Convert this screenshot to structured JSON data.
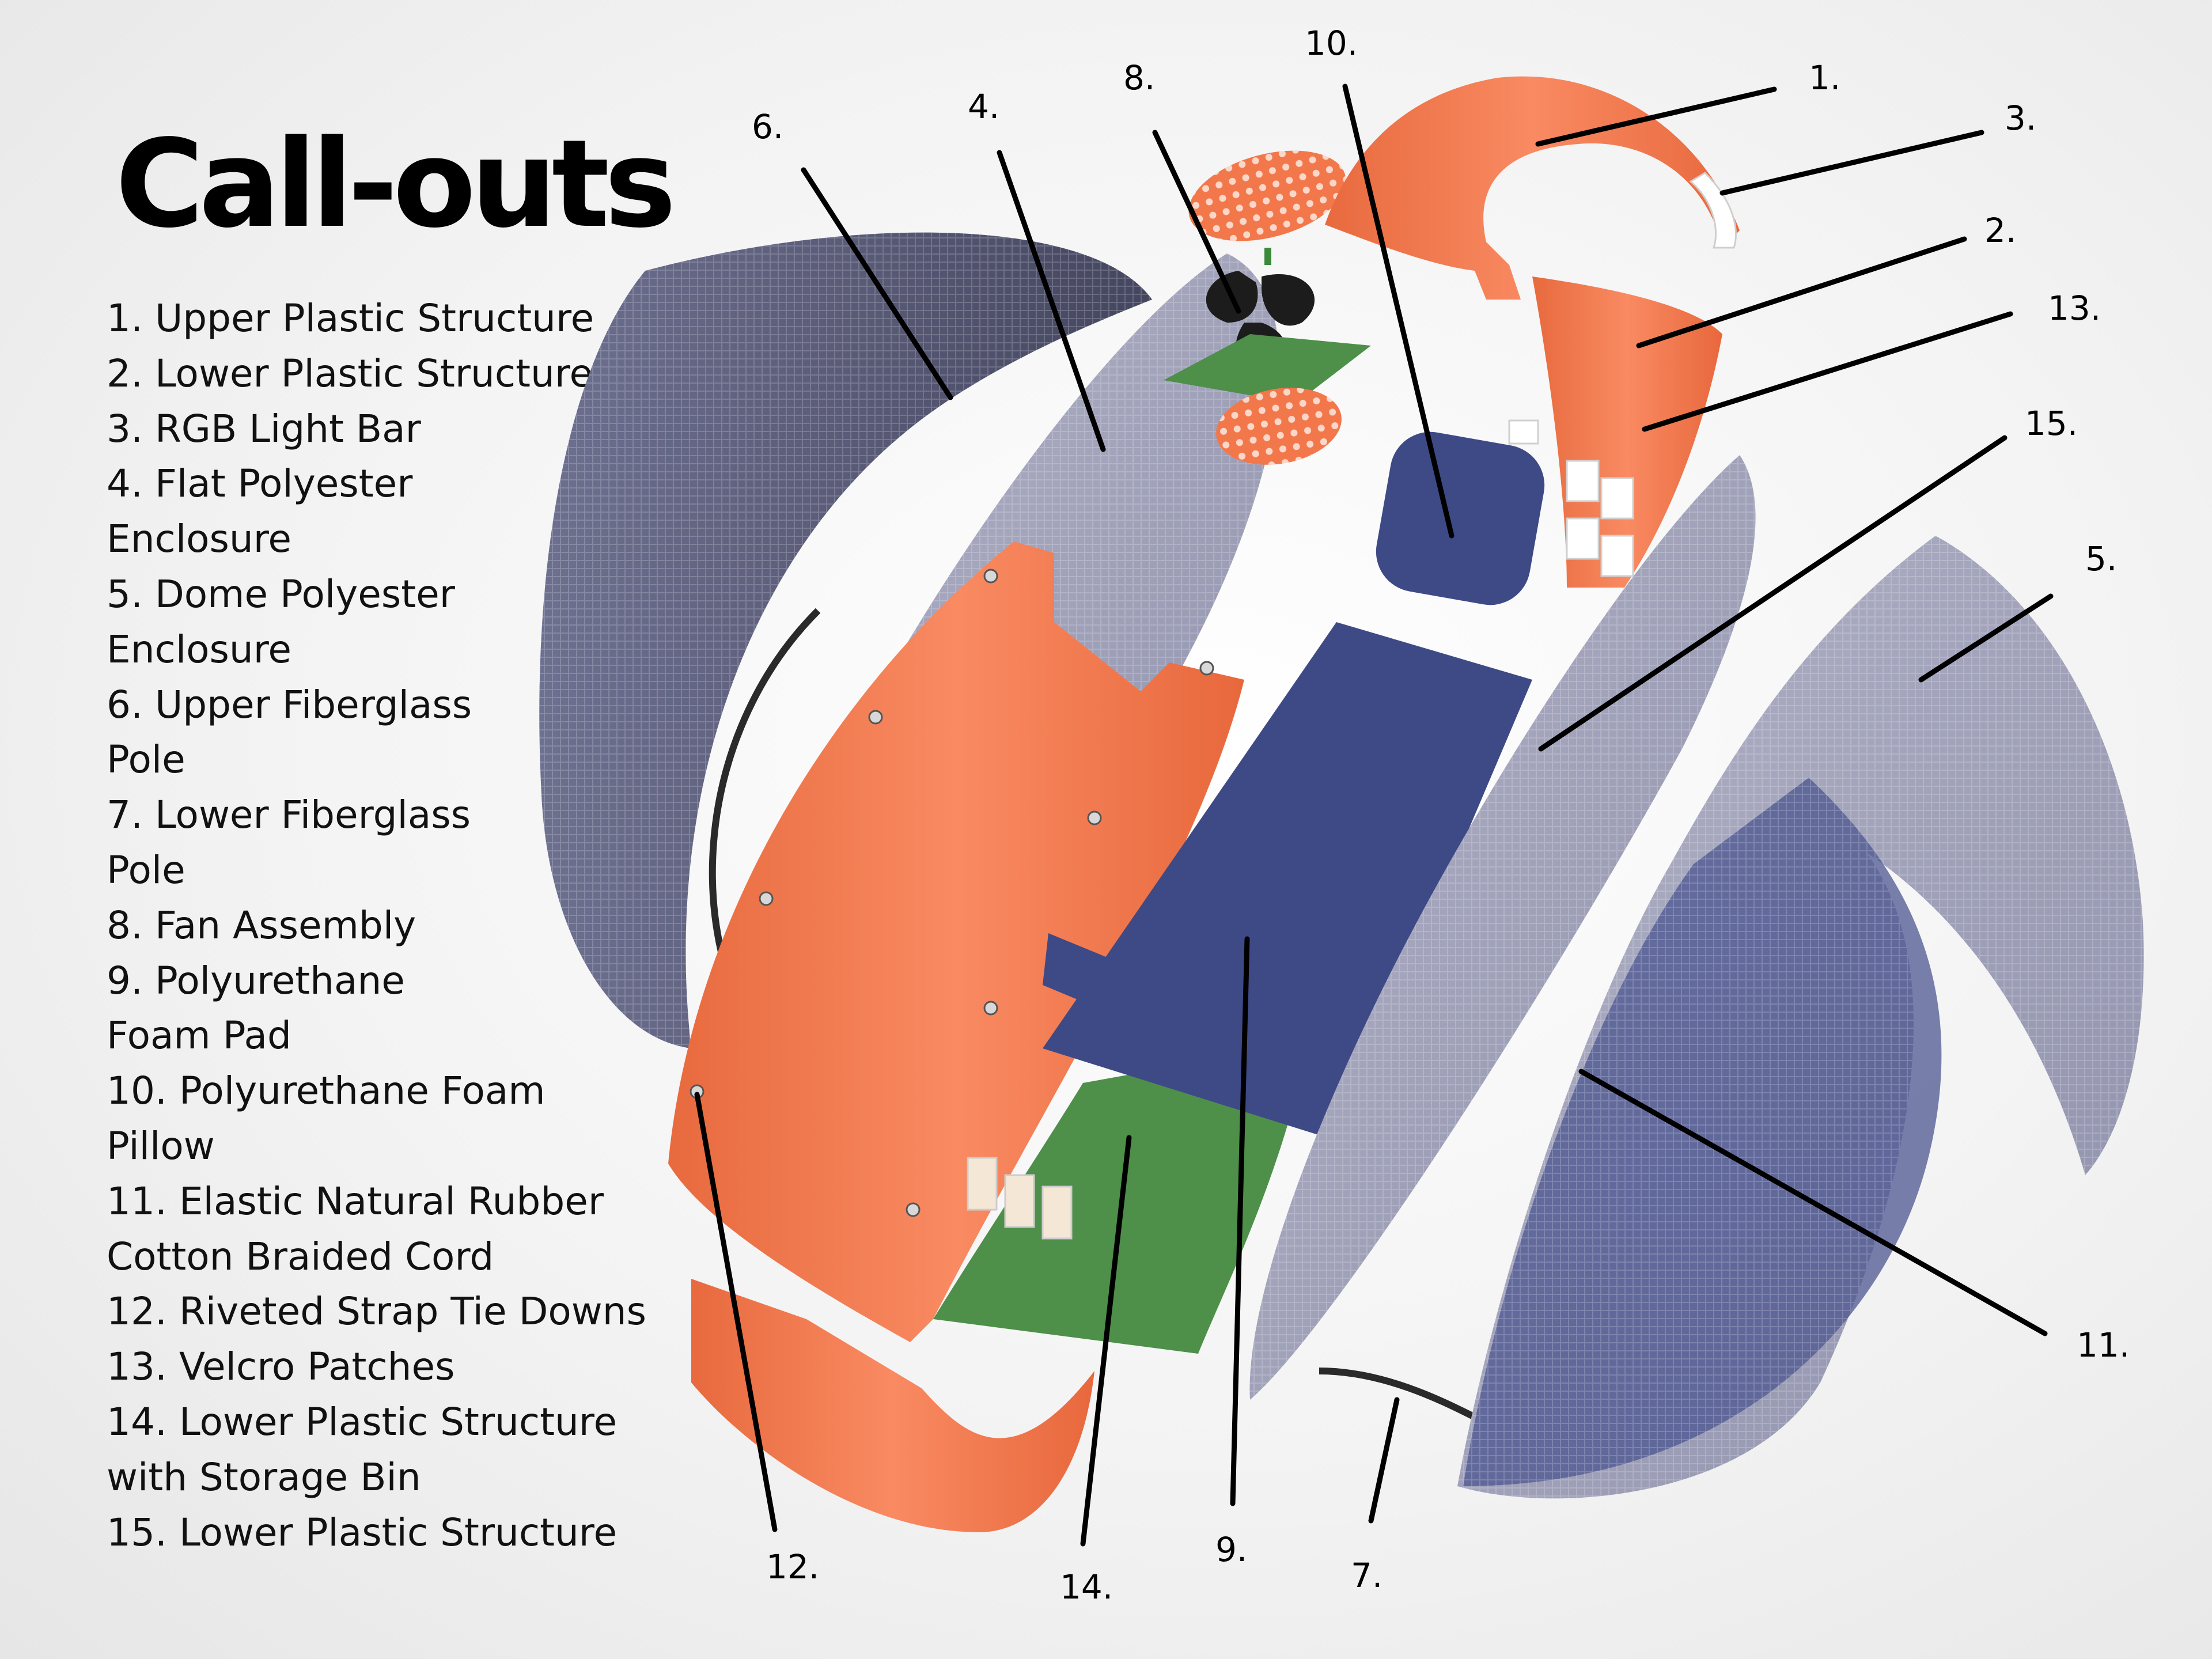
{
  "title": "Call-outs",
  "legend": [
    "1. Upper Plastic Structure",
    "2. Lower Plastic Structure",
    "3. RGB Light Bar",
    "4. Flat Polyester",
    "Enclosure",
    "5. Dome Polyester",
    "Enclosure",
    "6. Upper Fiberglass",
    "Pole",
    "7. Lower Fiberglass",
    "Pole",
    "8. Fan Assembly",
    "9. Polyurethane",
    "Foam Pad",
    "10. Polyurethane Foam",
    "Pillow",
    "11. Elastic Natural Rubber",
    "Cotton Braided Cord",
    "12. Riveted Strap Tie Downs",
    "13. Velcro Patches",
    "14. Lower Plastic Structure",
    "with Storage Bin",
    "15. Lower Plastic Structure"
  ],
  "callouts": [
    "1.",
    "2.",
    "3.",
    "4.",
    "5.",
    "6.",
    "7.",
    "8.",
    "9.",
    "10.",
    "11.",
    "12.",
    "13.",
    "14.",
    "15."
  ],
  "colors": {
    "plastic_orange": "#f2784b",
    "polyester_grey": "#a4a6be",
    "polyester_dark": "#5b5d7a",
    "foam_navy": "#3e4a86",
    "storage_green": "#4e8f4a",
    "fan_black": "#1c1c1c",
    "background": "#f2f2f2"
  }
}
